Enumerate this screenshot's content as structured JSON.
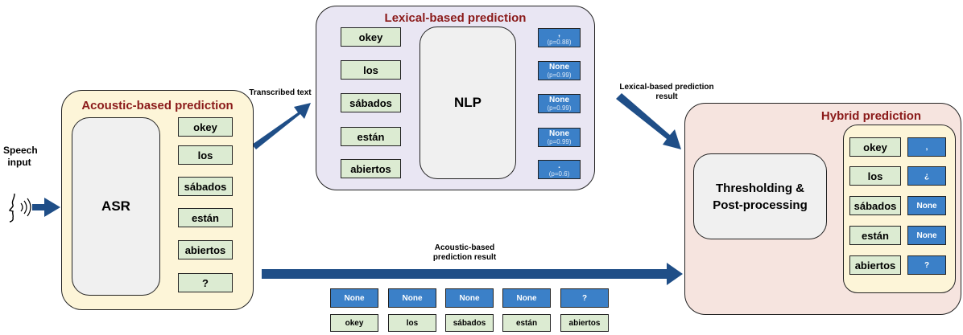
{
  "speech": {
    "label_line1": "Speech",
    "label_line2": "input"
  },
  "acoustic": {
    "title": "Acoustic-based prediction",
    "asr_label": "ASR",
    "words": [
      "okey",
      "los",
      "sábados",
      "están",
      "abiertos",
      "?"
    ]
  },
  "lexical": {
    "title": "Lexical-based prediction",
    "nlp_label": "NLP",
    "words": [
      "okey",
      "los",
      "sábados",
      "están",
      "abiertos"
    ],
    "predictions": [
      {
        "value": ",",
        "prob": "(p=0.88)"
      },
      {
        "value": "None",
        "prob": "(p=0.99)"
      },
      {
        "value": "None",
        "prob": "(p=0.99)"
      },
      {
        "value": "None",
        "prob": "(p=0.99)"
      },
      {
        "value": ".",
        "prob": "(p=0.6)"
      }
    ]
  },
  "hybrid": {
    "title": "Hybrid prediction",
    "process_line1": "Thresholding &",
    "process_line2": "Post-processing",
    "words": [
      "okey",
      "los",
      "sábados",
      "están",
      "abiertos"
    ],
    "predictions": [
      ",",
      "¿",
      "None",
      "None",
      "?"
    ]
  },
  "captions": {
    "transcribed_text": "Transcribed text",
    "lexical_result_line1": "Lexical-based prediction",
    "lexical_result_line2": "result",
    "acoustic_result_line1": "Acoustic-based",
    "acoustic_result_line2": "prediction result"
  },
  "acoustic_result": {
    "predictions": [
      "None",
      "None",
      "None",
      "None",
      "?"
    ],
    "words": [
      "okey",
      "los",
      "sábados",
      "están",
      "abiertos"
    ]
  },
  "colors": {
    "acoustic_panel": "#fdf5d8",
    "lexical_panel": "#e9e6f3",
    "hybrid_panel": "#f6e4df",
    "word_box": "#dcebd2",
    "prediction_box": "#3b80c8",
    "arrow": "#1f4e87",
    "title": "#8b1a1a"
  },
  "icons": {
    "speaker": "speaking-head-icon"
  }
}
